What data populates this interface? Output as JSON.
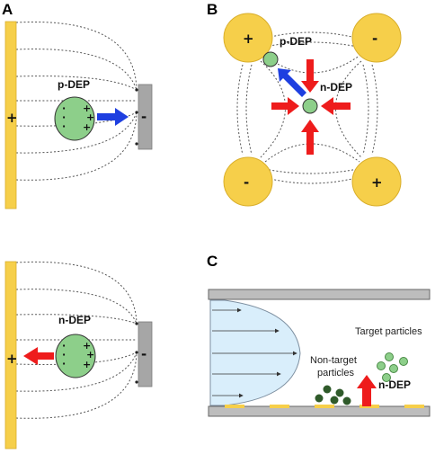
{
  "panels": {
    "a": {
      "letter": "A",
      "label": "p-DEP",
      "left_electrode_sign": "+",
      "right_electrode_sign": "-"
    },
    "b": {
      "letter": "B",
      "label_pdep": "p-DEP",
      "label_ndep": "n-DEP",
      "electrode_tl": "+",
      "electrode_tr": "-",
      "electrode_bl": "-",
      "electrode_br": "+"
    },
    "a2": {
      "label": "n-DEP",
      "left_electrode_sign": "+",
      "right_electrode_sign": "-"
    },
    "c": {
      "letter": "C",
      "target_label": "Target particles",
      "nontarget_line1": "Non-target",
      "nontarget_line2": "particles",
      "force_label": "n-DEP"
    }
  },
  "colors": {
    "electrode_yellow": "#F6CF4A",
    "electrode_gray": "#A6A6A6",
    "particle_green": "#8DCF8A",
    "arrow_red": "#EE1C1C",
    "arrow_blue": "#1E3FE0",
    "flow_profile_fill": "#D9EEFB",
    "dark_particle": "#2F5A2A"
  }
}
